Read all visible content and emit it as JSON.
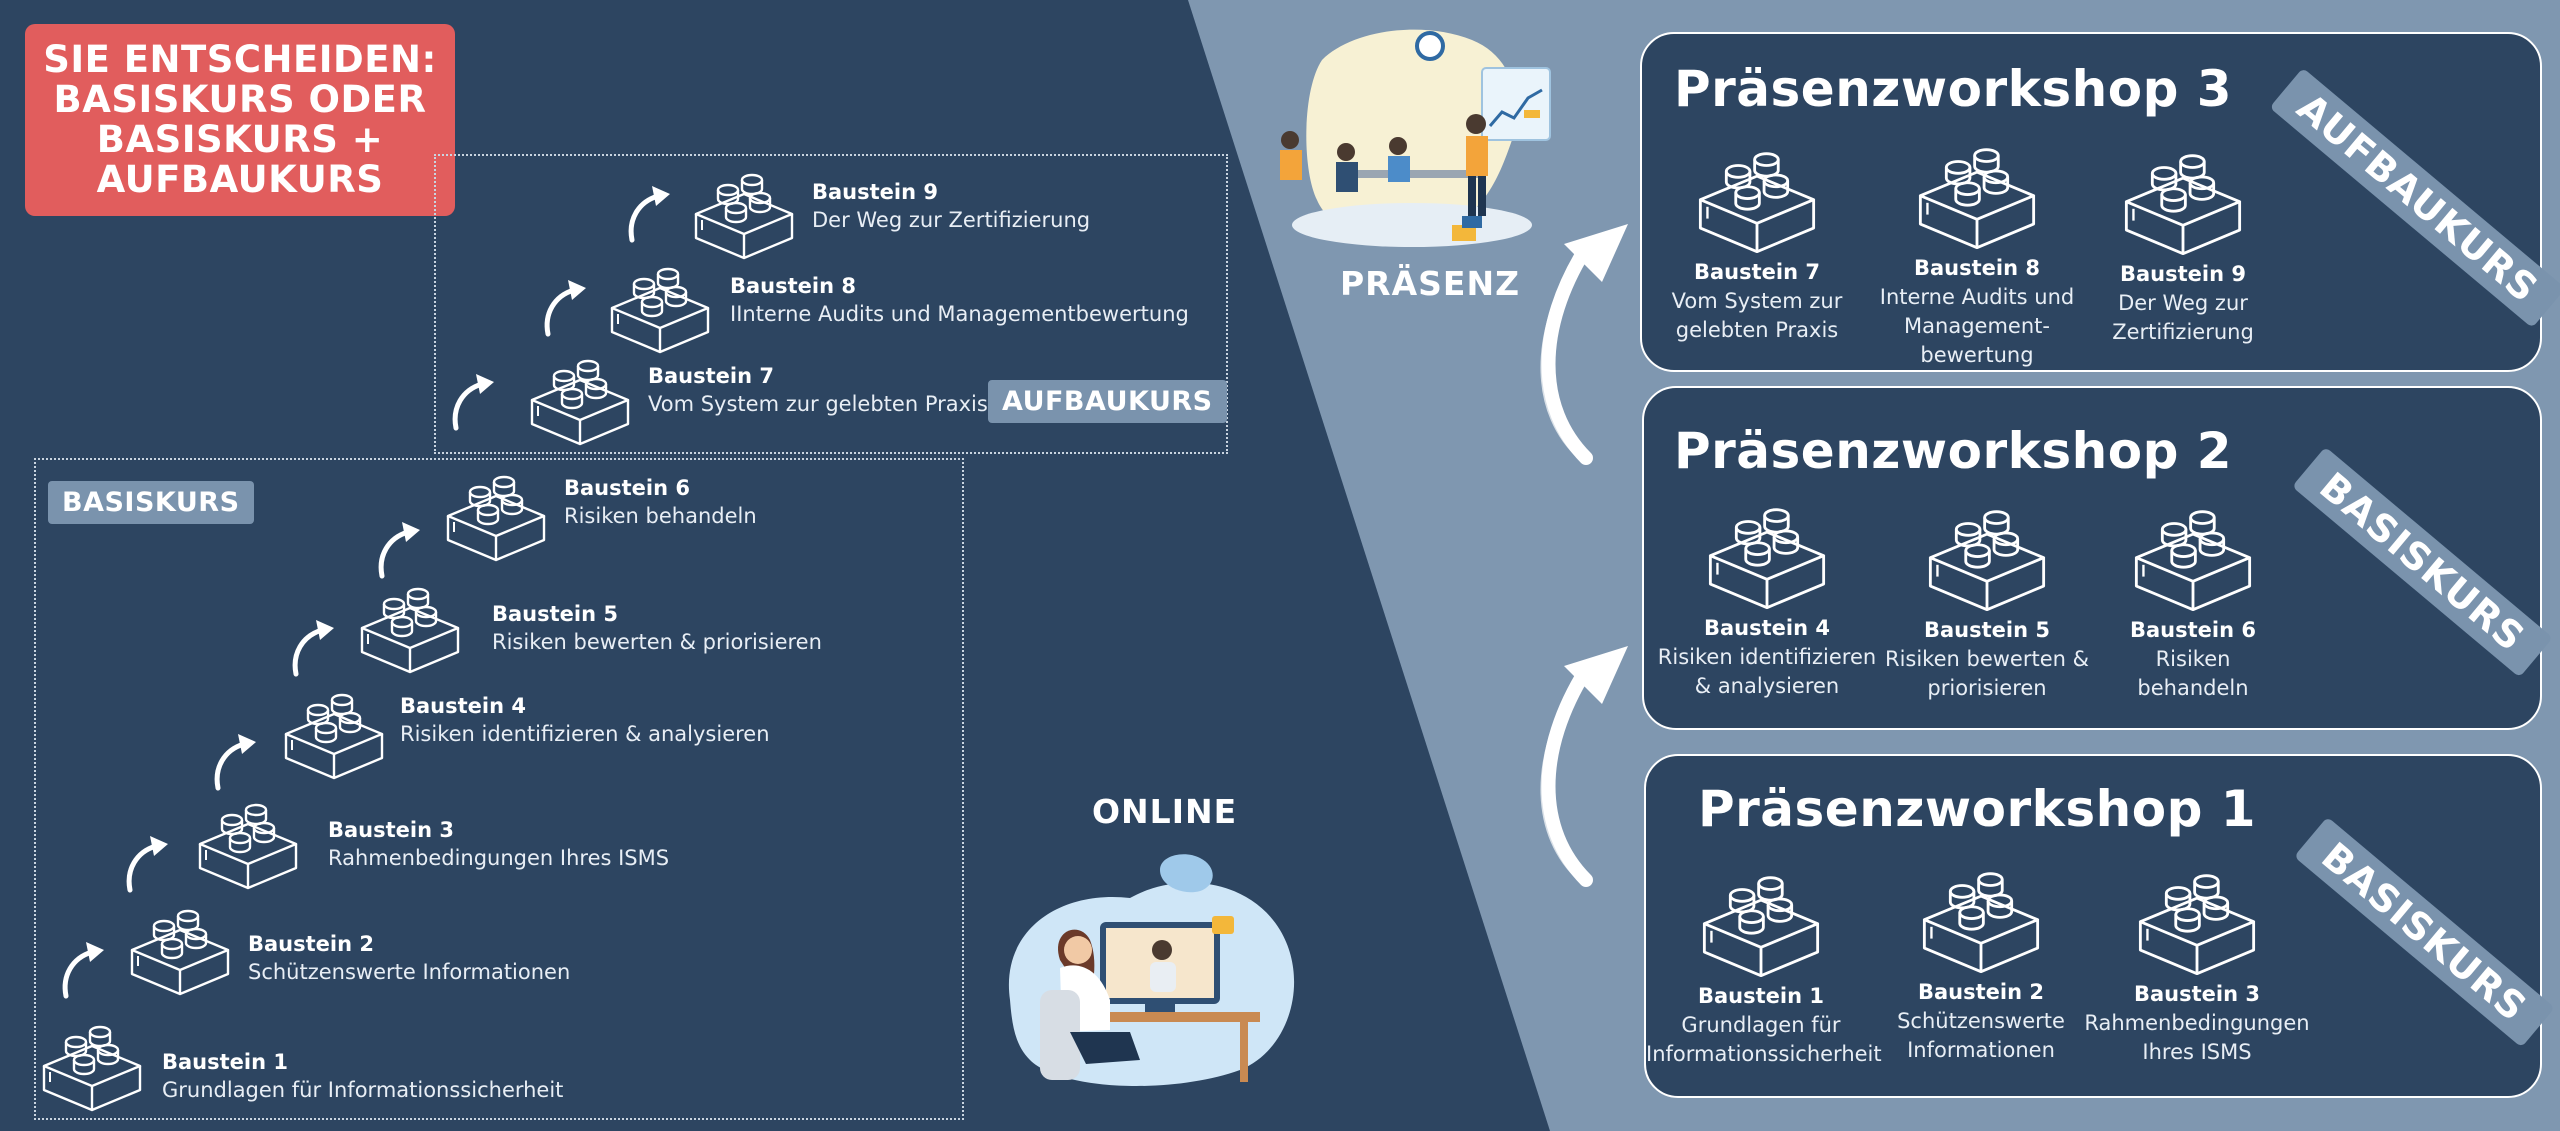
{
  "headline": {
    "lines": [
      "SIE ENTSCHEIDEN:",
      "BASISKURS ODER",
      "BASISKURS +",
      "AUFBAUKURS"
    ]
  },
  "tags": {
    "aufbaukurs": "AUFBAUKURS",
    "basiskurs": "BASISKURS"
  },
  "staircase": [
    {
      "num": "Baustein 1",
      "desc": "Grundlagen für Informationssicherheit"
    },
    {
      "num": "Baustein 2",
      "desc": "Schützenswerte Informationen"
    },
    {
      "num": "Baustein 3",
      "desc": "Rahmenbedingungen Ihres ISMS"
    },
    {
      "num": "Baustein 4",
      "desc": "Risiken identifizieren & analysieren"
    },
    {
      "num": "Baustein 5",
      "desc": "Risiken bewerten & priorisieren"
    },
    {
      "num": "Baustein 6",
      "desc": "Risiken behandeln"
    },
    {
      "num": "Baustein 7",
      "desc": "Vom System zur gelebten Praxis"
    },
    {
      "num": "Baustein 8",
      "desc": "IInterne Audits und Managementbewertung"
    },
    {
      "num": "Baustein 9",
      "desc": "Der Weg zur Zertifizierung"
    }
  ],
  "modes": {
    "online": "ONLINE",
    "praesenz": "PRÄSENZ"
  },
  "workshops": [
    {
      "title": "Präsenzworkshop 3",
      "tag": "AUFBAUKURS",
      "modules": [
        {
          "num": "Baustein 7",
          "lines": [
            "Vom System zur",
            "gelebten Praxis"
          ]
        },
        {
          "num": "Baustein 8",
          "lines": [
            "Interne Audits und",
            "Management-",
            "bewertung"
          ]
        },
        {
          "num": "Baustein 9",
          "lines": [
            "Der Weg zur",
            "Zertifizierung"
          ]
        }
      ]
    },
    {
      "title": "Präsenzworkshop 2",
      "tag": "BASISKURS",
      "modules": [
        {
          "num": "Baustein 4",
          "lines": [
            "Risiken identifizieren",
            "& analysieren"
          ]
        },
        {
          "num": "Baustein 5",
          "lines": [
            "Risiken bewerten &",
            "priorisieren"
          ]
        },
        {
          "num": "Baustein 6",
          "lines": [
            "Risiken",
            "behandeln"
          ]
        }
      ]
    },
    {
      "title": "Präsenzworkshop 1",
      "tag": "BASISKURS",
      "modules": [
        {
          "num": "Baustein 1",
          "lines": [
            "Grundlagen für",
            "Informationssicherheit"
          ]
        },
        {
          "num": "Baustein 2",
          "lines": [
            "Schützenswerte",
            "Informationen"
          ]
        },
        {
          "num": "Baustein 3",
          "lines": [
            "Rahmenbedingungen",
            "Ihres ISMS"
          ]
        }
      ]
    }
  ],
  "colors": {
    "navy": "#2d4561",
    "steel": "#7f97b0",
    "accent_red": "#e15d5d",
    "tag_blue": "#7a93ad"
  },
  "icons": [
    "lego-brick-icon",
    "curved-arrow-icon",
    "classroom-illustration",
    "online-learning-illustration"
  ]
}
